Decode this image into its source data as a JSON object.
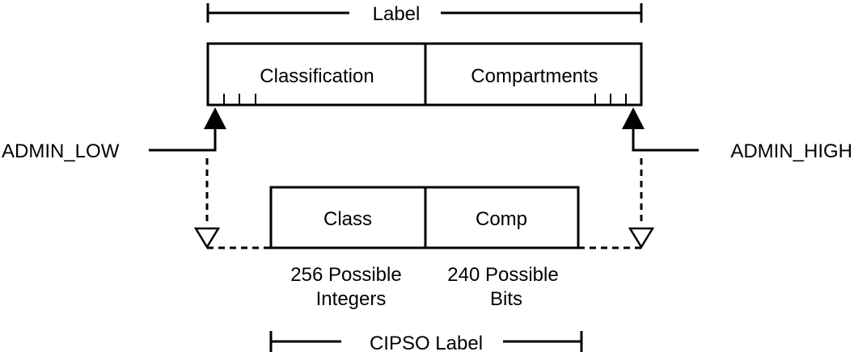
{
  "top_label": {
    "text": "Label"
  },
  "label_box": {
    "classification": "Classification",
    "compartments": "Compartments"
  },
  "admin_low": "ADMIN_LOW",
  "admin_high": "ADMIN_HIGH",
  "cipso_box": {
    "class": "Class",
    "comp": "Comp"
  },
  "notes": {
    "class_line1": "256 Possible",
    "class_line2": "Integers",
    "comp_line1": "240 Possible",
    "comp_line2": "Bits"
  },
  "bottom_label": {
    "text": "CIPSO Label"
  }
}
